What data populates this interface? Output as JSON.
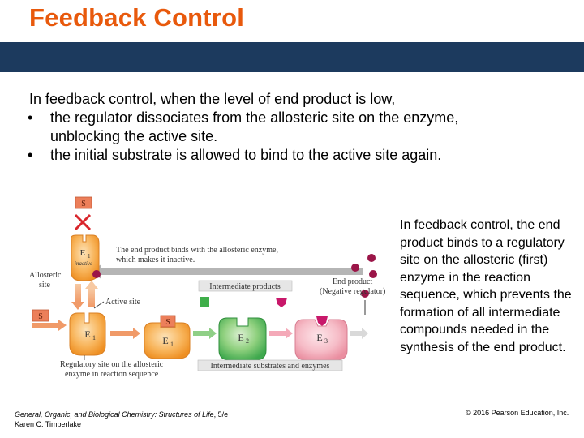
{
  "slide": {
    "title": "Feedback Control",
    "intro": "In feedback control, when the level of end product is low,",
    "bullets": [
      {
        "marker": "•",
        "line1": "the regulator dissociates from the allosteric site on the enzyme,",
        "line2": "unblocking the active site."
      },
      {
        "marker": "•",
        "line1": "the initial substrate is allowed to bind to the active site again.",
        "line2": ""
      }
    ],
    "side_text": "In feedback control, the end product binds to a regulatory site on the allosteric (first) enzyme in the reaction sequence, which prevents the formation of all intermediate compounds needed in the synthesis of the end product.",
    "citation": {
      "line1_italic": "General, Organic, and Biological Chemistry: Structures of Life",
      "line1_suffix": ", 5/e",
      "line2": "Karen C. Timberlake"
    },
    "copyright": "© 2016 Pearson Education, Inc."
  },
  "diagram": {
    "labels": {
      "substrate_top": "S",
      "substrate_left": "S",
      "substrate_mid": "S",
      "e1_inactive": "E",
      "e1_inactive_sub": "1",
      "inactive": "inactive",
      "end_binds_line1": "The end product binds with the allosteric enzyme,",
      "end_binds_line2": "which makes it inactive.",
      "allosteric_line1": "Allosteric",
      "allosteric_line2": "site",
      "active_site": "Active site",
      "intermediate_products": "Intermediate products",
      "end_product_line1": "End product",
      "end_product_line2": "(Negative regulator)",
      "e1": "E",
      "e1_sub": "1",
      "e1b": "E",
      "e1b_sub": "1",
      "e2": "E",
      "e2_sub": "2",
      "e3": "E",
      "e3_sub": "3",
      "regulatory_line1": "Regulatory site on the allosteric",
      "regulatory_line2": "enzyme in reaction sequence",
      "intermediate_substrates": "Intermediate substrates and enzymes"
    },
    "colors": {
      "enzyme_orange": "#f6a23c",
      "enzyme_green": "#4cb85a",
      "enzyme_pink": "#f4a9b8",
      "substrate_box": "#ec7f5a",
      "end_product": "#9b1548",
      "intermediate_green": "#3fae4a",
      "intermediate_magenta": "#c8186a",
      "x_mark": "#d9262c"
    }
  }
}
